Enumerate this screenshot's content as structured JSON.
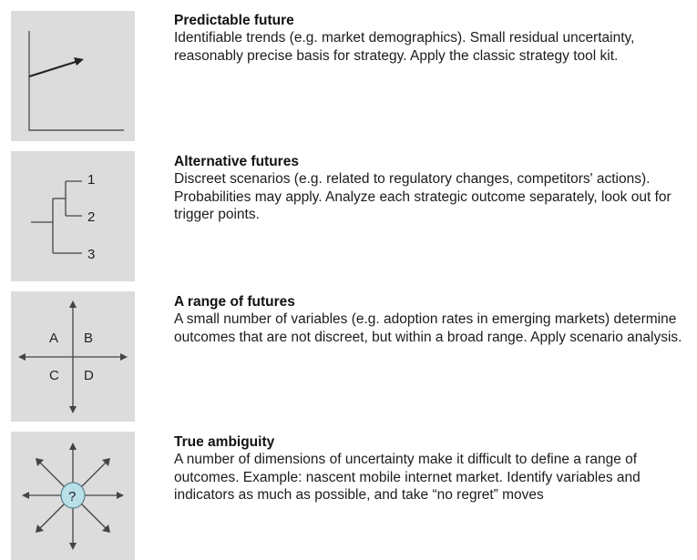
{
  "items": [
    {
      "title": "Predictable future",
      "description": "Identifiable trends (e.g. market demographics). Small residual uncertainty, reasonably precise basis for strategy. Apply the classic strategy tool kit.",
      "icon": "trend-arrow-chart-icon"
    },
    {
      "title": "Alternative futures",
      "description": "Discreet scenarios (e.g. related to regulatory changes, competitors' actions). Probabilities may apply. Analyze each strategic outcome separately, look out for trigger points.",
      "icon": "decision-tree-icon",
      "labels": [
        "1",
        "2",
        "3"
      ]
    },
    {
      "title": "A range of futures",
      "description": "A small number of variables (e.g. adoption rates in emerging markets) determine outcomes that are not discreet, but within a broad range. Apply scenario analysis.",
      "icon": "quadrant-axes-icon",
      "labels": [
        "A",
        "B",
        "C",
        "D"
      ]
    },
    {
      "title": "True ambiguity",
      "description": "A number of dimensions of uncertainty make it difficult to define a range of outcomes. Example: nascent mobile internet market. Identify variables and indicators as much as possible, and take “no regret” moves",
      "icon": "question-starburst-icon",
      "labels": [
        "?"
      ]
    }
  ],
  "colors": {
    "panel": "#dcdcdc",
    "line": "#444444",
    "question_fill": "#b9dfe8"
  }
}
